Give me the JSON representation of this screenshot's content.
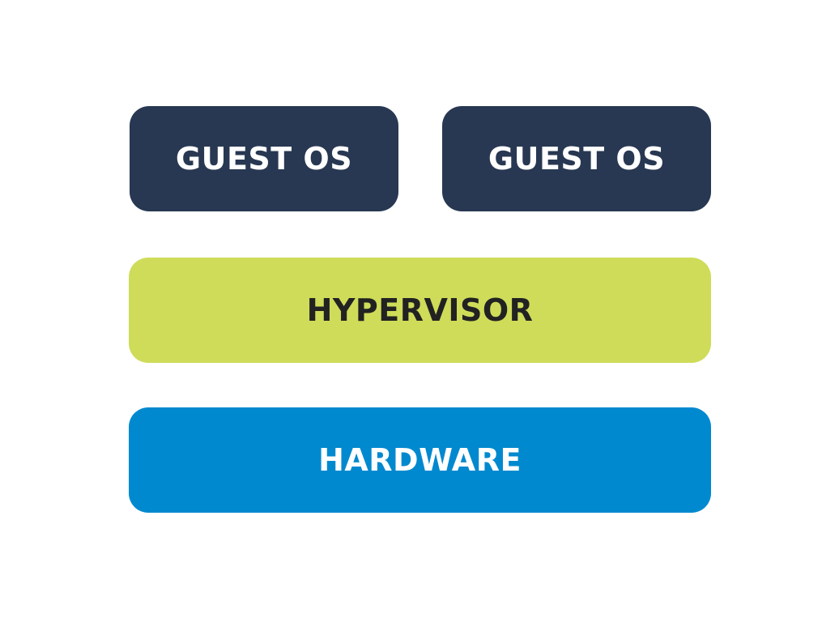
{
  "diagram": {
    "guest_os_1": {
      "label": "GUEST OS",
      "color": "#283852",
      "text_color": "#ffffff"
    },
    "guest_os_2": {
      "label": "GUEST OS",
      "color": "#283852",
      "text_color": "#ffffff"
    },
    "hypervisor": {
      "label": "HYPERVISOR",
      "color": "#cfdc59",
      "text_color": "#222222"
    },
    "hardware": {
      "label": "HARDWARE",
      "color": "#0089cf",
      "text_color": "#ffffff"
    }
  }
}
